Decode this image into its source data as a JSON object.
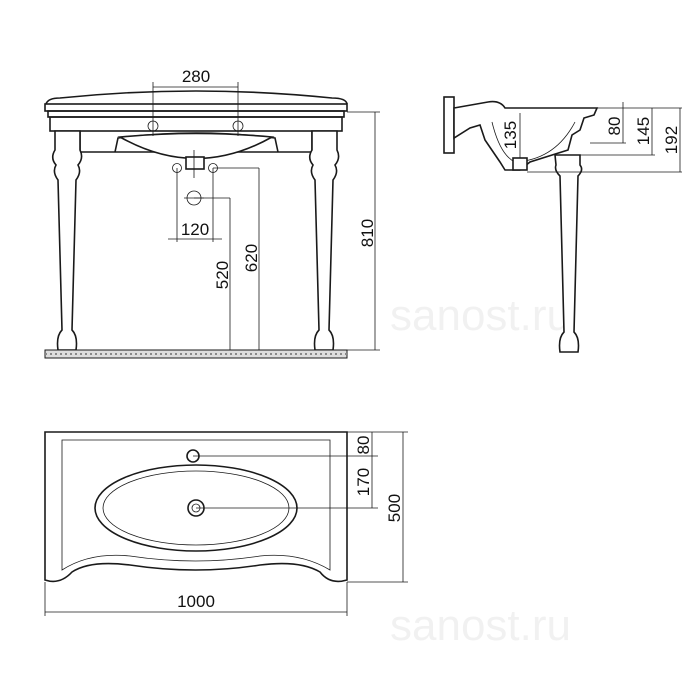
{
  "watermark": "sanost.ru",
  "front_view": {
    "tap_spacing": "280",
    "water_inlet_spacing": "120",
    "drain_height": "520",
    "inlet_height": "620",
    "total_height": "810"
  },
  "side_view": {
    "rim_to_shelf": "80",
    "rim_to_bowl_bottom": "145",
    "rim_to_drain": "192",
    "bowl_depth": "135"
  },
  "top_view": {
    "tap_hole_from_back": "80",
    "drain_from_tap": "170",
    "depth": "500",
    "width": "1000"
  }
}
